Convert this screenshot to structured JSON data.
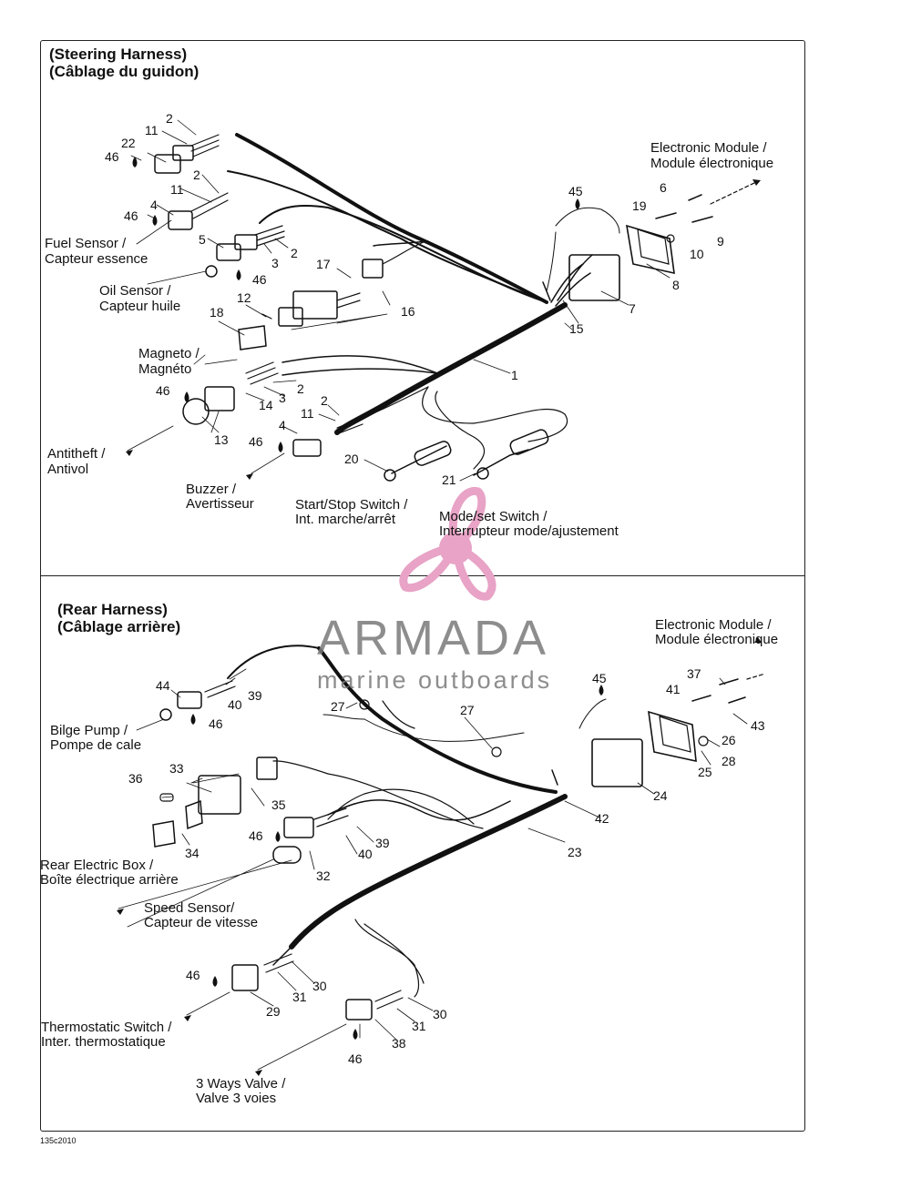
{
  "steering": {
    "title_en": "(Steering Harness)",
    "title_fr": "(Câblage du guidon)",
    "labels": {
      "electronic_module_en": "Electronic Module /",
      "electronic_module_fr": "Module électronique",
      "fuel_en": "Fuel Sensor /",
      "fuel_fr": "Capteur essence",
      "oil_en": "Oil Sensor /",
      "oil_fr": "Capteur huile",
      "magneto_en": "Magneto /",
      "magneto_fr": "Magnéto",
      "antitheft_en": "Antitheft /",
      "antitheft_fr": "Antivol",
      "buzzer_en": "Buzzer /",
      "buzzer_fr": "Avertisseur",
      "startstop_en": "Start/Stop Switch /",
      "startstop_fr": "Int. marche/arrêt",
      "modeset_en": "Mode/set Switch /",
      "modeset_fr": "Interrupteur mode/ajustement"
    }
  },
  "rear": {
    "title_en": "(Rear Harness)",
    "title_fr": "(Câblage arrière)",
    "labels": {
      "electronic_module_en": "Electronic Module /",
      "electronic_module_fr": "Module électronique",
      "bilge_en": "Bilge Pump /",
      "bilge_fr": "Pompe de cale",
      "rear_box_en": "Rear Electric Box /",
      "rear_box_fr": "Boîte électrique arrière",
      "speed_en": "Speed Sensor/",
      "speed_fr": "Capteur de vitesse",
      "thermo_en": "Thermostatic Switch /",
      "thermo_fr": "Inter. thermostatique",
      "valve_en": "3 Ways Valve /",
      "valve_fr": "Valve 3 voies"
    }
  },
  "callouts": {
    "c1": "1",
    "c2": "2",
    "c3": "3",
    "c4": "4",
    "c5": "5",
    "c6": "6",
    "c7": "7",
    "c8": "8",
    "c9": "9",
    "c10": "10",
    "c11": "11",
    "c12": "12",
    "c13": "13",
    "c14": "14",
    "c15": "15",
    "c16": "16",
    "c17": "17",
    "c18": "18",
    "c19": "19",
    "c20": "20",
    "c21": "21",
    "c22": "22",
    "c23": "23",
    "c24": "24",
    "c25": "25",
    "c26": "26",
    "c27": "27",
    "c28": "28",
    "c29": "29",
    "c30": "30",
    "c31": "31",
    "c32": "32",
    "c33": "33",
    "c34": "34",
    "c35": "35",
    "c36": "36",
    "c37": "37",
    "c38": "38",
    "c39": "39",
    "c40": "40",
    "c41": "41",
    "c42": "42",
    "c43": "43",
    "c44": "44",
    "c45": "45",
    "c46": "46"
  },
  "figure_code": "135c2010",
  "watermark": {
    "name": "ARMADA",
    "tagline": "marine outboards",
    "accent_color": "#e8a3c6"
  }
}
